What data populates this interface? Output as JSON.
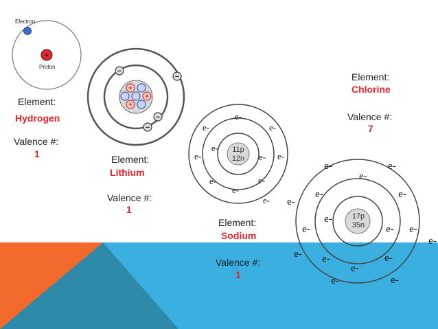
{
  "colors": {
    "accent_red": "#e8242c",
    "band_blue": "#3aafe0",
    "band_teal": "#2e8aa8",
    "band_orange": "#f26a2b"
  },
  "hydrogen_legend": {
    "electron_label": "Electron",
    "proton_label": "Proton",
    "plus": "+"
  },
  "lithium_minus": "−",
  "lithium_plus": "+",
  "electron_symbol": "e-",
  "sodium_nucleus": {
    "protons": "11p",
    "neutrons": "12n"
  },
  "chlorine_nucleus": {
    "protons": "17p",
    "neutrons": "35n"
  },
  "labels": [
    {
      "id": "hydrogen",
      "element_label": "Element:",
      "element_name": "Hydrogen",
      "valence_label": "Valence #:",
      "valence_value": "1"
    },
    {
      "id": "lithium",
      "element_label": "Element:",
      "element_name": "Lithium",
      "valence_label": "Valence #:",
      "valence_value": "1"
    },
    {
      "id": "sodium",
      "element_label": "Element:",
      "element_name": "Sodium",
      "valence_label": "Valence #:",
      "valence_value": "1"
    },
    {
      "id": "chlorine",
      "element_label": "Element:",
      "element_name": "Chlorine",
      "valence_label": "Valence #:",
      "valence_value": "7"
    }
  ]
}
